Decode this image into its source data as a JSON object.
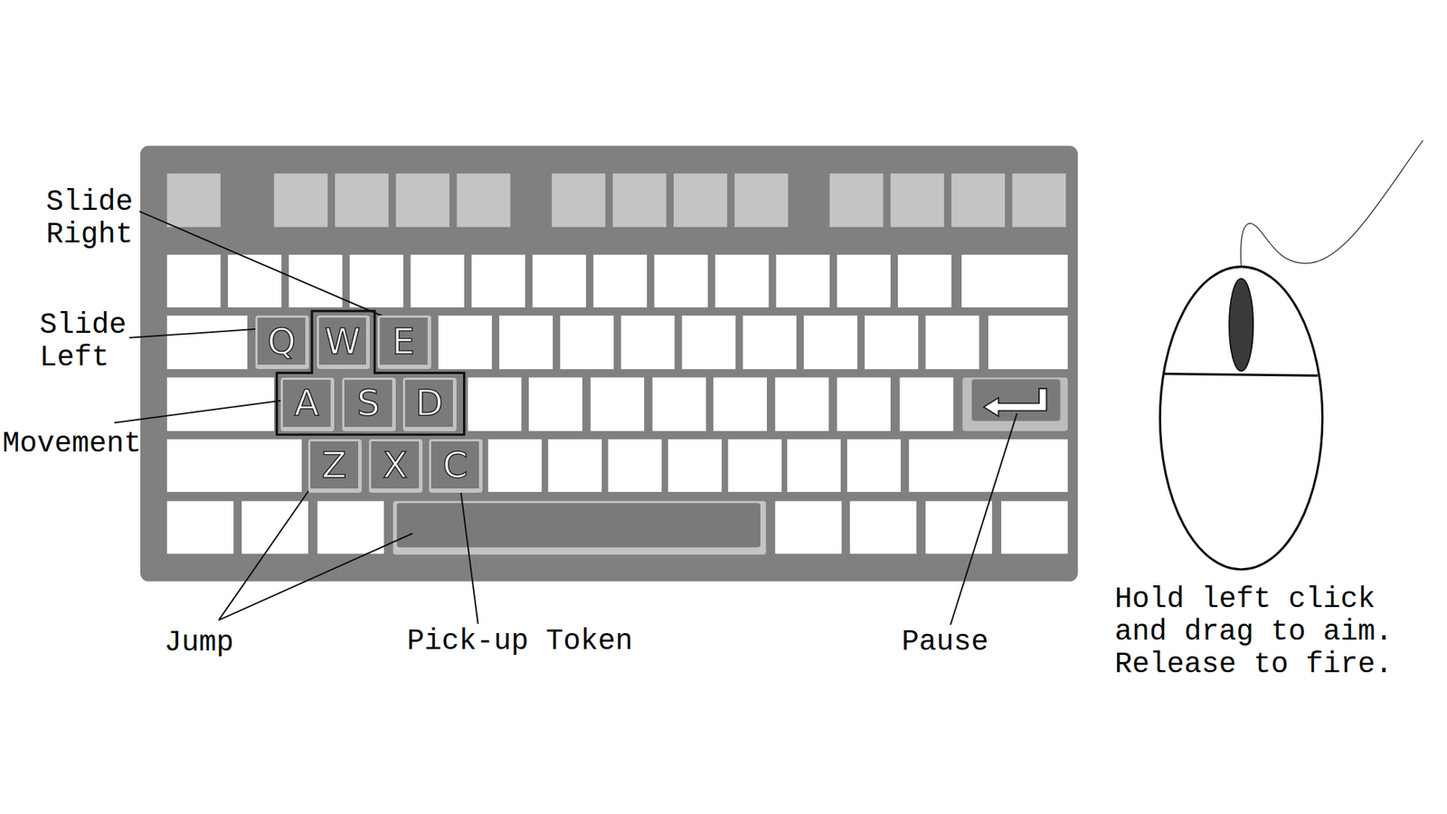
{
  "diagram": {
    "nodes": [
      {
        "text": [
          "Q"
        ]
      },
      {
        "text": [
          "W"
        ]
      },
      {
        "text": [
          "E"
        ]
      },
      {
        "text": [
          "A"
        ]
      },
      {
        "text": [
          "S"
        ]
      },
      {
        "text": [
          "D"
        ]
      },
      {
        "text": [
          "Z"
        ]
      },
      {
        "text": [
          "X"
        ]
      },
      {
        "text": [
          "C"
        ]
      }
    ],
    "labels": [
      "Slide Right",
      "Slide Left",
      "Movement",
      "Jump",
      "Pick-up Token",
      "Pause",
      "Hold left click and drag to aim. Release to fire."
    ]
  }
}
